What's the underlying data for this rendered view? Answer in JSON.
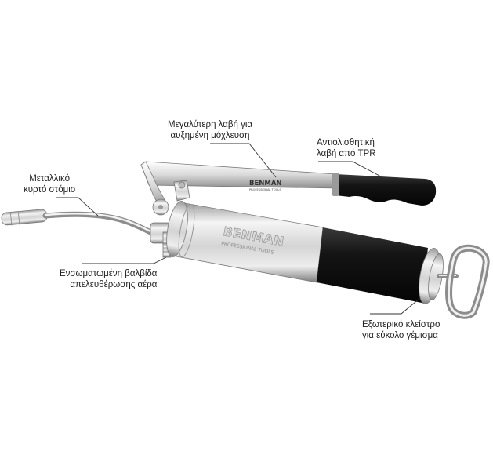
{
  "callouts": {
    "handle": {
      "line1": "Μεγαλύτερη λαβή για",
      "line2": "αυξημένη μόχλευση"
    },
    "grip": {
      "line1": "Αντιολισθητική",
      "line2": "λαβή από TPR"
    },
    "nozzle": {
      "line1": "Μεταλλικό",
      "line2": "κυρτό στόμιο"
    },
    "valve": {
      "line1": "Ενσωματωμένη βαλβίδα",
      "line2": "απελευθέρωσης αέρα"
    },
    "plunger": {
      "line1": "Εξωτερικό κλείστρο",
      "line2": "για εύκολο γέμισμα"
    }
  },
  "product": {
    "brand_lever": "BENMAN",
    "brand_lever_sub": "PROFESSIONAL TOOLS",
    "brand_barrel": "BENMAN",
    "brand_barrel_sub": "PROFESSIONAL TOOLS"
  },
  "colors": {
    "metal_light": "#f2f2f2",
    "metal_dark": "#8a8a8a",
    "rubber": "#111111",
    "leader_line": "#333333"
  }
}
